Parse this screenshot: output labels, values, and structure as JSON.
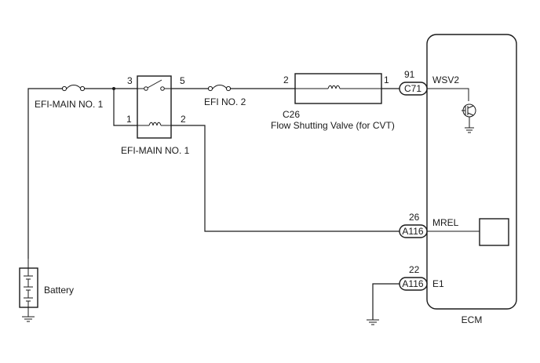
{
  "labels": {
    "fuse_efi_main": "EFI-MAIN NO. 1",
    "relay_efi_main": "EFI-MAIN NO. 1",
    "fuse_efi2": "EFI NO. 2",
    "battery": "Battery",
    "valve_code": "C26",
    "valve_name": "Flow Shutting Valve (for CVT)",
    "ecm": "ECM"
  },
  "relay_pins": {
    "p3": "3",
    "p5": "5",
    "p1": "1",
    "p2": "2"
  },
  "valve_pins": {
    "left": "2",
    "right": "1"
  },
  "connectors": {
    "wsv2": {
      "pin": "91",
      "code": "C71",
      "signal": "WSV2"
    },
    "mrel": {
      "pin": "26",
      "code": "A116",
      "signal": "MREL"
    },
    "e1": {
      "pin": "22",
      "code": "A116",
      "signal": "E1"
    }
  }
}
